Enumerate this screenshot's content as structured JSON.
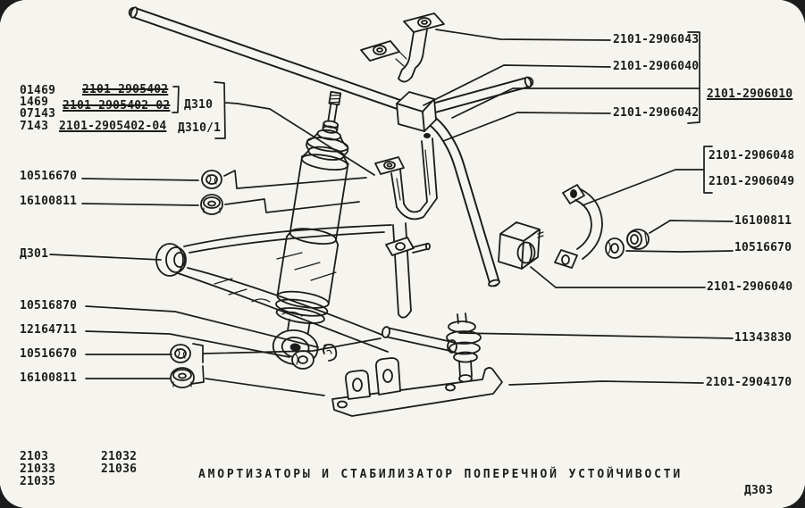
{
  "diagram": {
    "title": "АМОРТИЗАТОРЫ И СТАБИЛИЗАТОР ПОПЕРЕЧНОЙ УСТОЙЧИВОСТИ",
    "sheet_code": "Д303",
    "ink_color": "#1c1c1c",
    "paper_color": "#f5f4ef"
  },
  "variant_block": {
    "codes": [
      "01469",
      "1469",
      "07143",
      "7143"
    ],
    "superseded_parts": [
      "2101-2905402",
      "2101-2905402-02"
    ],
    "current_part": "2101-2905402-04",
    "ref_old": "Д310",
    "ref_new": "Д310/1"
  },
  "callouts": {
    "left": [
      "10516670",
      "16100811",
      "Д301",
      "10516870",
      "12164711",
      "10516670",
      "16100811"
    ],
    "right": [
      "2101-2906043",
      "2101-2906040",
      "2101-2906010",
      "2101-2906042",
      "2101-2906048",
      "2101-2906049",
      "16100811",
      "10516670",
      "2101-2906040",
      "11343830",
      "2101-2904170"
    ]
  },
  "footer": {
    "models_col1": [
      "2103",
      "21033",
      "21035"
    ],
    "models_col2": [
      "21032",
      "21036"
    ]
  }
}
